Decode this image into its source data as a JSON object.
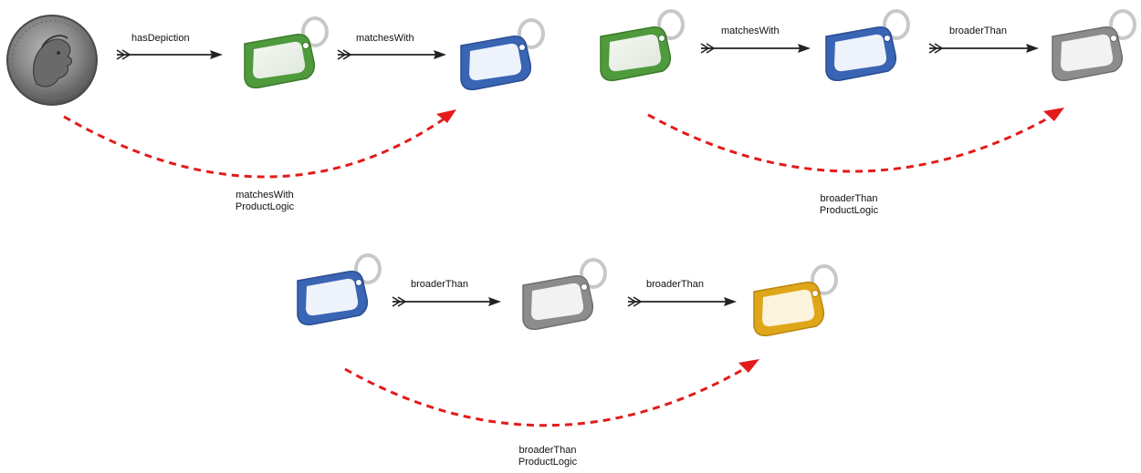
{
  "colors": {
    "tag_green": "#4f9a3c",
    "tag_blue": "#3a64b4",
    "tag_gray": "#8c8c8c",
    "tag_yellow": "#e0a619",
    "arrow_direct": "#222222",
    "arrow_inferred": "#e31b1b"
  },
  "icons": {
    "coin": "coin-icon",
    "tag": "tag-icon"
  },
  "row1_left": {
    "edge1_label": "hasDepiction",
    "edge2_label": "matchesWith",
    "inferred_line1": "matchesWith",
    "inferred_line2": "ProductLogic"
  },
  "row1_right": {
    "edge1_label": "matchesWith",
    "edge2_label": "broaderThan",
    "inferred_line1": "broaderThan",
    "inferred_line2": "ProductLogic"
  },
  "row2": {
    "edge1_label": "broaderThan",
    "edge2_label": "broaderThan",
    "inferred_line1": "broaderThan",
    "inferred_line2": "ProductLogic"
  }
}
